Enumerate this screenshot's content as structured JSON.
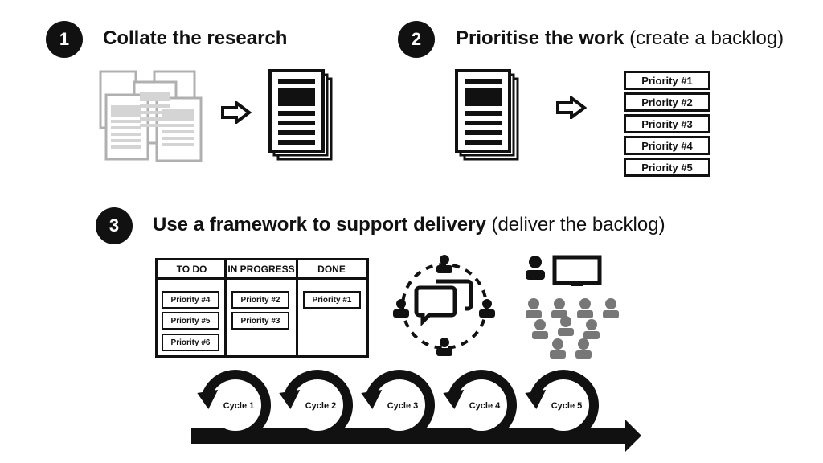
{
  "steps": [
    {
      "number": "1",
      "title": "Collate the research",
      "subtitle": ""
    },
    {
      "number": "2",
      "title": "Prioritise the work",
      "subtitle": "(create a backlog)"
    },
    {
      "number": "3",
      "title": "Use a framework to support delivery",
      "subtitle": "(deliver the backlog)"
    }
  ],
  "backlog": [
    "Priority #1",
    "Priority #2",
    "Priority #3",
    "Priority #4",
    "Priority #5"
  ],
  "kanban": {
    "columns": [
      "TO DO",
      "IN PROGRESS",
      "DONE"
    ],
    "todo": [
      "Priority #4",
      "Priority #5",
      "Priority #6"
    ],
    "in_progress": [
      "Priority #2",
      "Priority #3"
    ],
    "done": [
      "Priority #1"
    ]
  },
  "cycles": [
    "Cycle 1",
    "Cycle 2",
    "Cycle 3",
    "Cycle 4",
    "Cycle 5"
  ],
  "colors": {
    "ink": "#111111",
    "grey": "#b5b5b5",
    "light": "#d8d8d8",
    "people": "#777777"
  }
}
